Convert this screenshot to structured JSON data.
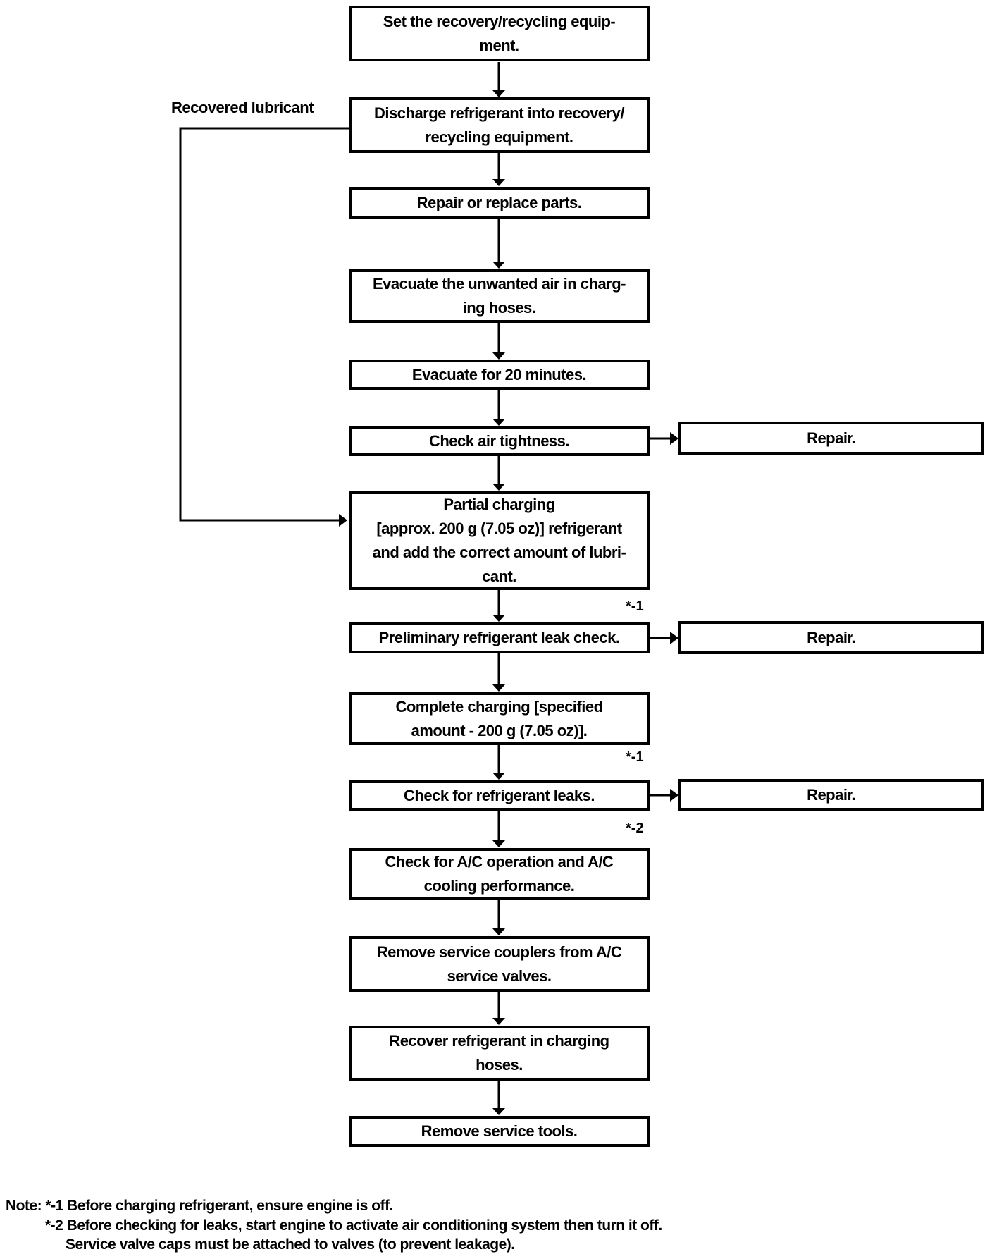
{
  "colors": {
    "ink": "#000000",
    "paper": "#ffffff"
  },
  "connector_label": "Recovered lubricant",
  "steps": {
    "s1": "Set the recovery/recycling equip-\nment.",
    "s2": "Discharge refrigerant into recovery/\nrecycling equipment.",
    "s3": "Repair or replace parts.",
    "s4": "Evacuate the unwanted air in charg-\ning hoses.",
    "s5": "Evacuate for 20 minutes.",
    "s6": "Check air tightness.",
    "s7": "Partial charging\n[approx. 200 g (7.05 oz)] refrigerant\nand add the correct amount of lubri-\ncant.",
    "s8": "Preliminary refrigerant leak check.",
    "s9": "Complete charging [specified\namount - 200 g (7.05 oz)].",
    "s10": "Check for refrigerant leaks.",
    "s11": "Check for A/C operation and A/C\ncooling performance.",
    "s12": "Remove service couplers from A/C\nservice valves.",
    "s13": "Recover refrigerant in charging\nhoses.",
    "s14": "Remove service tools."
  },
  "repair_label": "Repair.",
  "footnote_markers": {
    "m1a": "*-1",
    "m1b": "*-1",
    "m2": "*-2"
  },
  "notes": {
    "line1": "Note: *-1 Before charging refrigerant, ensure engine is off.",
    "line2": "*-2 Before checking for leaks, start engine to activate air conditioning system then turn it off.",
    "line3": "Service valve caps must be attached to valves (to prevent leakage)."
  }
}
